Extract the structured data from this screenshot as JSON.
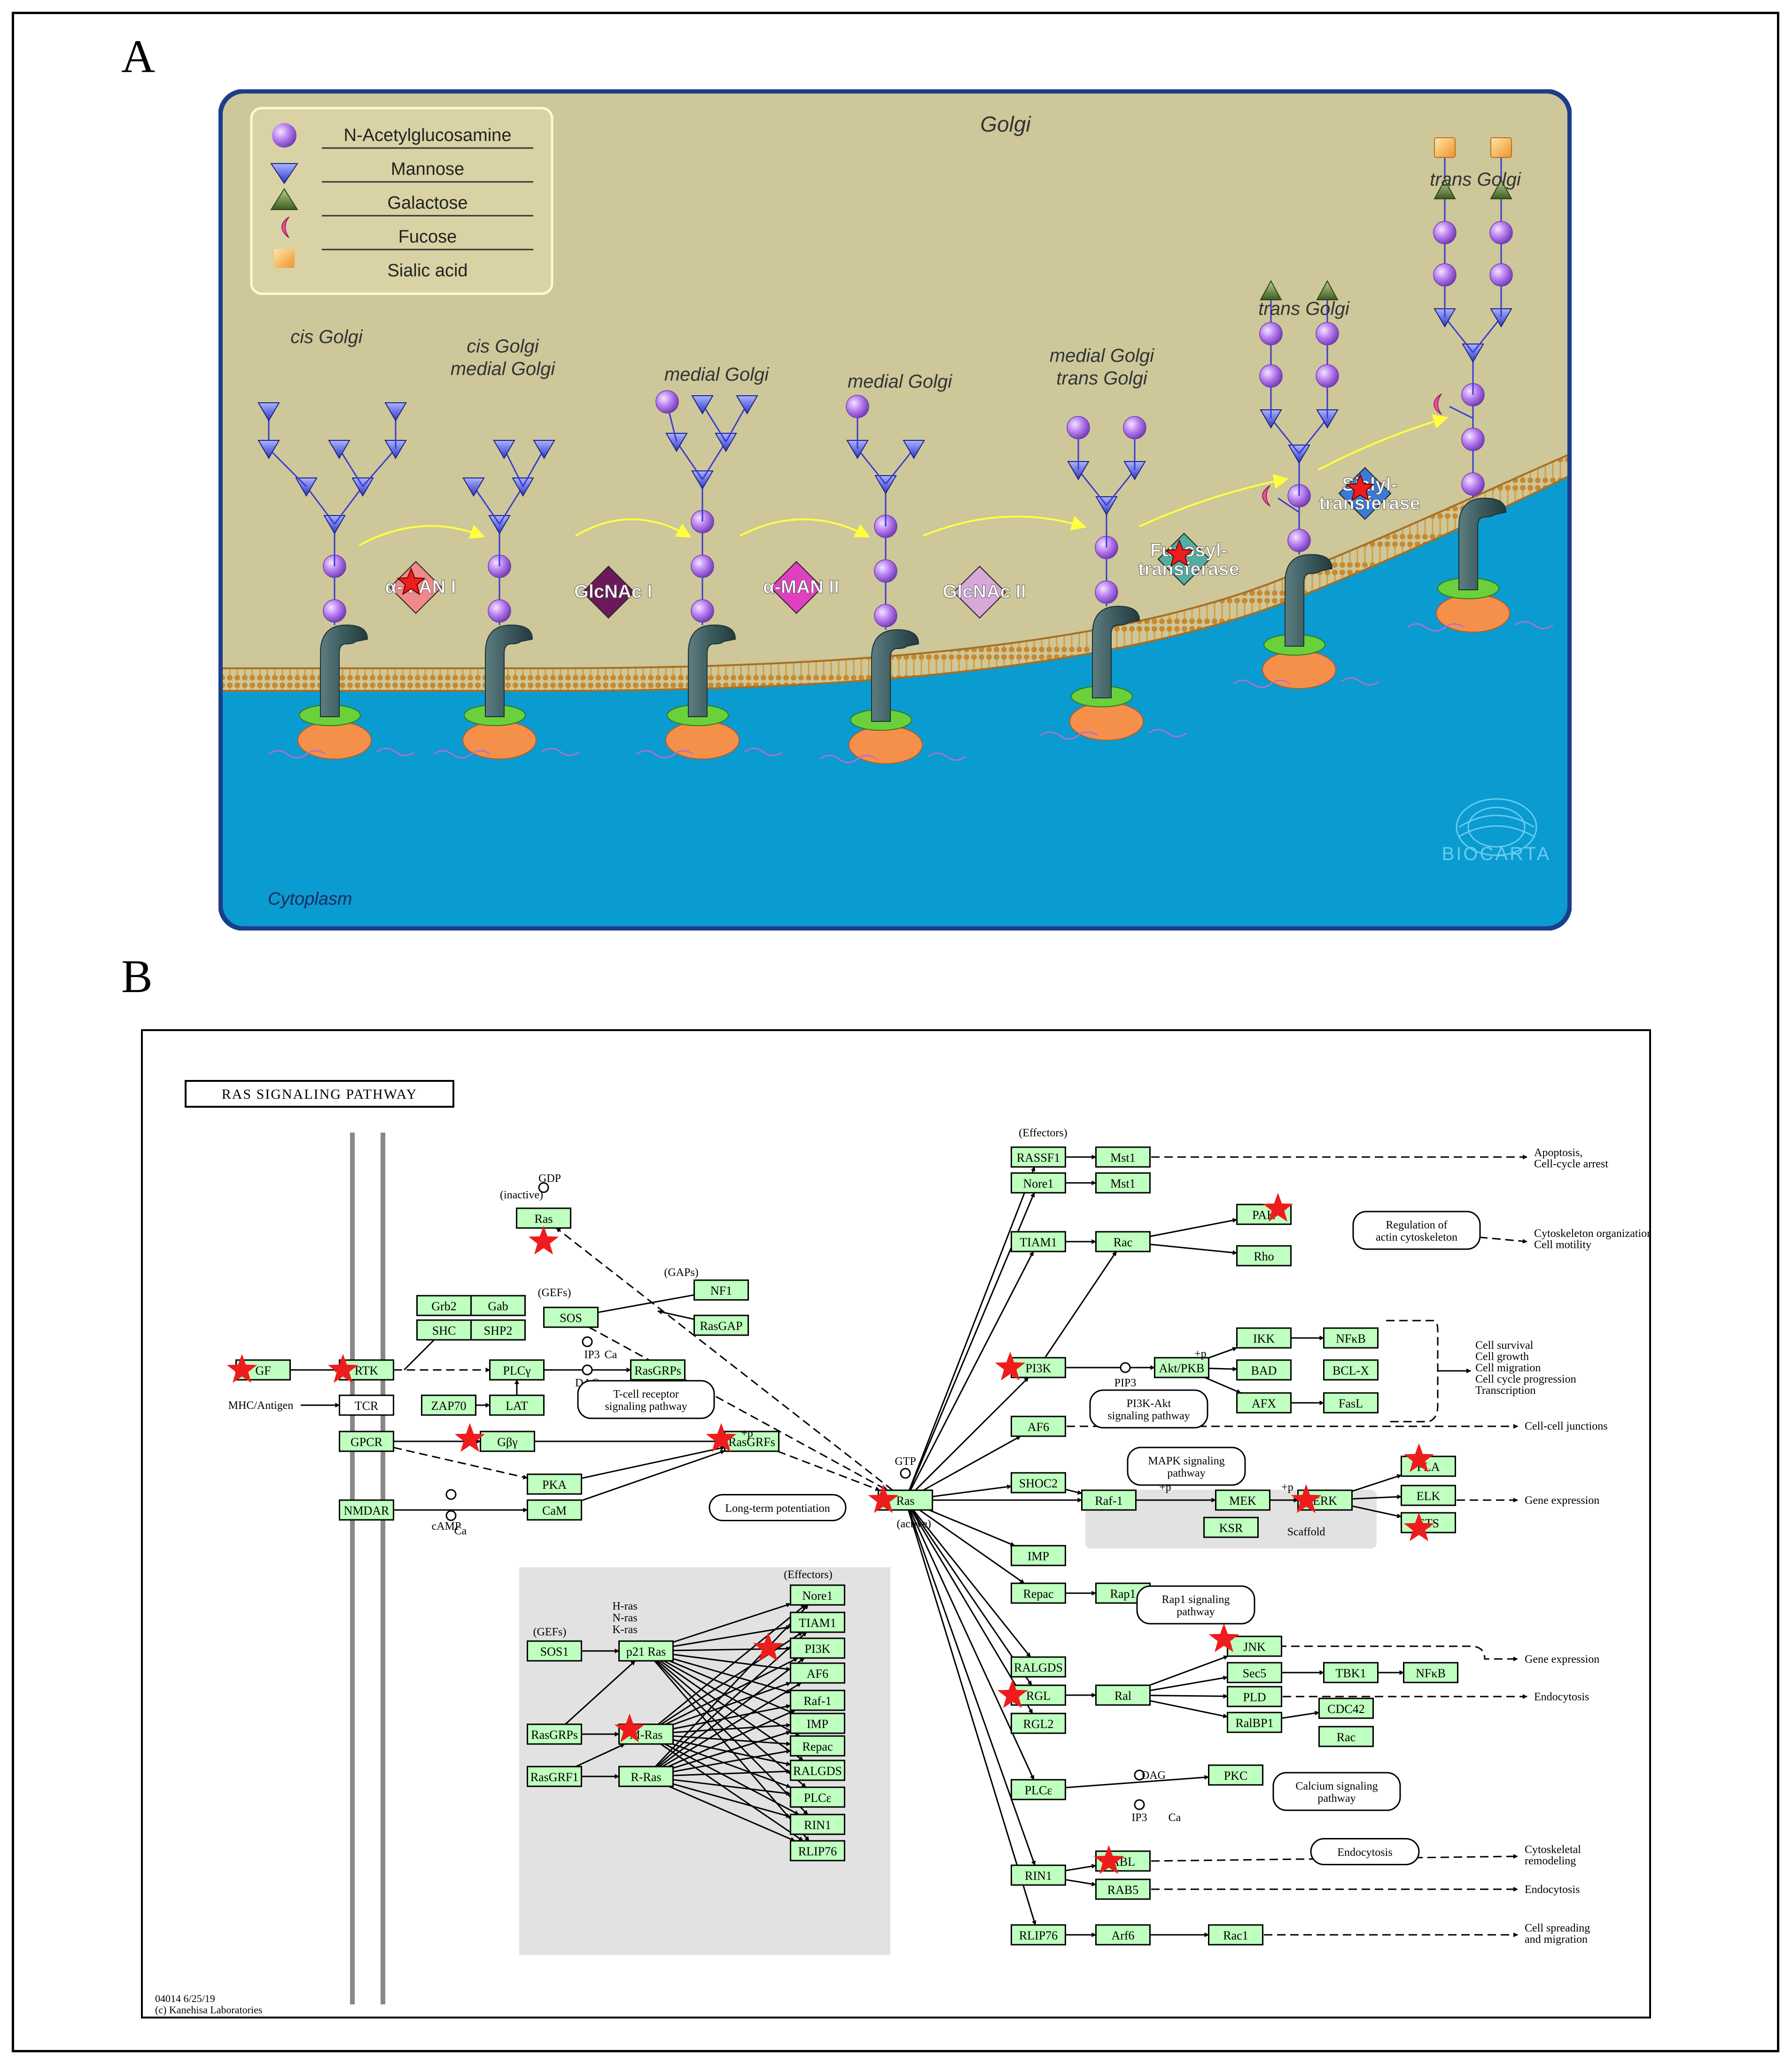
{
  "panels": {
    "a": "A",
    "b": "B"
  },
  "golgi": {
    "title": "Golgi",
    "cytoplasm": "Cytoplasm",
    "logo_text": "BIOCARTA",
    "legend": [
      "N-Acetylglucosamine",
      "Mannose",
      "Galactose",
      "Fucose",
      "Sialic acid"
    ],
    "compartments": [
      [
        "cis Golgi"
      ],
      [
        "cis Golgi",
        "medial Golgi"
      ],
      [
        "medial Golgi"
      ],
      [
        "medial Golgi"
      ],
      [
        "medial Golgi",
        "trans Golgi"
      ],
      [
        "trans Golgi"
      ],
      [
        "trans Golgi"
      ]
    ],
    "enzymes": [
      [
        "α-MAN I"
      ],
      [
        "GlcNAc I"
      ],
      [
        "α-MAN II"
      ],
      [
        "GlcNAc II"
      ],
      [
        "Fucosyl-",
        "transferase"
      ],
      [
        "Sialyl-",
        "transferase"
      ]
    ],
    "colors": {
      "golgi": "#cdc79a",
      "cytoplasm": "#0a9bd0",
      "border": "#1c3d8a",
      "glcnac": "#b87df0",
      "mannose": "#4d5ce8",
      "galactose": "#5d7a3a",
      "fucose": "#e8559a",
      "sialic": "#f4a640",
      "star": "#ee1c1c"
    }
  },
  "kegg": {
    "title": "RAS SIGNALING PATHWAY",
    "footer": [
      "04014 6/25/19",
      "(c) Kanehisa Laboratories"
    ],
    "genes": {
      "gf": "GF",
      "rtk": "RTK",
      "tcr": "TCR",
      "gpcr": "GPCR",
      "nmdar": "NMDAR",
      "grb2": "Grb2",
      "gab": "Gab",
      "shc": "SHC",
      "shp2": "SHP2",
      "sos": "SOS",
      "plcg": "PLCγ",
      "zap70": "ZAP70",
      "lat": "LAT",
      "rasgrps": "RasGRPs",
      "gby": "Gβγ",
      "pka": "PKA",
      "cam": "CaM",
      "rasgrfs": "RasGRFs",
      "nf1": "NF1",
      "rasgap": "RasGAP",
      "ras_in": "Ras",
      "ras_act": "Ras",
      "sos1": "SOS1",
      "rasgrps2": "RasGRPs",
      "rasgrf1": "RasGRF1",
      "p21": "p21 Ras",
      "mras": "M-Ras",
      "rras": "R-Ras",
      "e_nore1": "Nore1",
      "e_tiam1": "TIAM1",
      "e_pi3k": "PI3K",
      "e_af6": "AF6",
      "e_raf1": "Raf-1",
      "e_imp": "IMP",
      "e_repac": "Repac",
      "e_ralgds": "RALGDS",
      "e_plce": "PLCε",
      "e_rin1": "RIN1",
      "e_rlip76": "RLIP76",
      "rassf1": "RASSF1",
      "mst1a": "Mst1",
      "nore1": "Nore1",
      "mst1b": "Mst1",
      "tiam1": "TIAM1",
      "rac": "Rac",
      "pak": "PAK",
      "rho": "Rho",
      "pi3k": "PI3K",
      "akt": "Akt/PKB",
      "ikk": "IKK",
      "nfkb": "NFκB",
      "bad": "BAD",
      "bclx": "BCL-X",
      "afx": "AFX",
      "fasl": "FasL",
      "af6": "AF6",
      "shoc2": "SHOC2",
      "raf1": "Raf-1",
      "mek": "MEK",
      "erk": "ERK",
      "ksr": "KSR",
      "pla": "PLA",
      "elk": "ELK",
      "ets": "ETS",
      "imp": "IMP",
      "repac": "Repac",
      "rap1": "Rap1",
      "ralgds": "RALGDS",
      "rgl": "RGL",
      "rgl2": "RGL2",
      "ral": "Ral",
      "jnk": "JNK",
      "sec5": "Sec5",
      "tbk1": "TBK1",
      "nfkb2": "NFκB",
      "pld": "PLD",
      "ralbp1": "RalBP1",
      "cdc42": "CDC42",
      "rac2": "Rac",
      "plce": "PLCε",
      "pkc": "PKC",
      "rin1": "RIN1",
      "abl": "ABL",
      "rab5": "RAB5",
      "rlip76": "RLIP76",
      "arf6": "Arf6",
      "rac1": "Rac1"
    },
    "labels": {
      "gdp": "GDP",
      "inactive": "(inactive)",
      "gaps": "(GAPs)",
      "gefs": "(GEFs)",
      "ip3": "IP3",
      "ca": "Ca",
      "dag": "DAG",
      "mhc": "MHC/Antigen",
      "camp": "cAMP",
      "gtp": "GTP",
      "active": "(active)",
      "p": "+p",
      "effectors": "(Effectors)",
      "hras": "H-ras",
      "nras": "N-ras",
      "kras": "K-ras",
      "pip3": "PIP3",
      "scaffold": "Scaffold"
    },
    "notes": {
      "tcell": [
        "T-cell receptor",
        "signaling pathway"
      ],
      "ltp": [
        "Long-term potentiation"
      ],
      "actin": [
        "Regulation of",
        "actin cytoskeleton"
      ],
      "pi3kakt": [
        "PI3K-Akt",
        "signaling pathway"
      ],
      "mapk": [
        "MAPK signaling",
        "pathway"
      ],
      "rap1": [
        "Rap1 signaling",
        "pathway"
      ],
      "calcium": [
        "Calcium signaling",
        "pathway"
      ],
      "endocytosis": [
        "Endocytosis"
      ]
    },
    "outcomes": {
      "apoptosis": [
        "Apoptosis,",
        "Cell-cycle arrest"
      ],
      "cyto": [
        "Cytoskeleton organization",
        "Cell motility"
      ],
      "survival": [
        "Cell survival",
        "Cell growth",
        "Cell migration",
        "Cell cycle progression",
        "Transcription"
      ],
      "junctions": [
        "Cell-cell junctions"
      ],
      "gene1": [
        "Gene expression"
      ],
      "gene2": [
        "Gene expression"
      ],
      "endo1": [
        "Endocytosis"
      ],
      "cytoskel": [
        "Cytoskeletal",
        "remodeling"
      ],
      "endo2": [
        "Endocytosis"
      ],
      "spreading": [
        "Cell spreading",
        "and migration"
      ]
    },
    "colors": {
      "gene": "#bfffbf",
      "star": "#ee1c1c"
    }
  }
}
